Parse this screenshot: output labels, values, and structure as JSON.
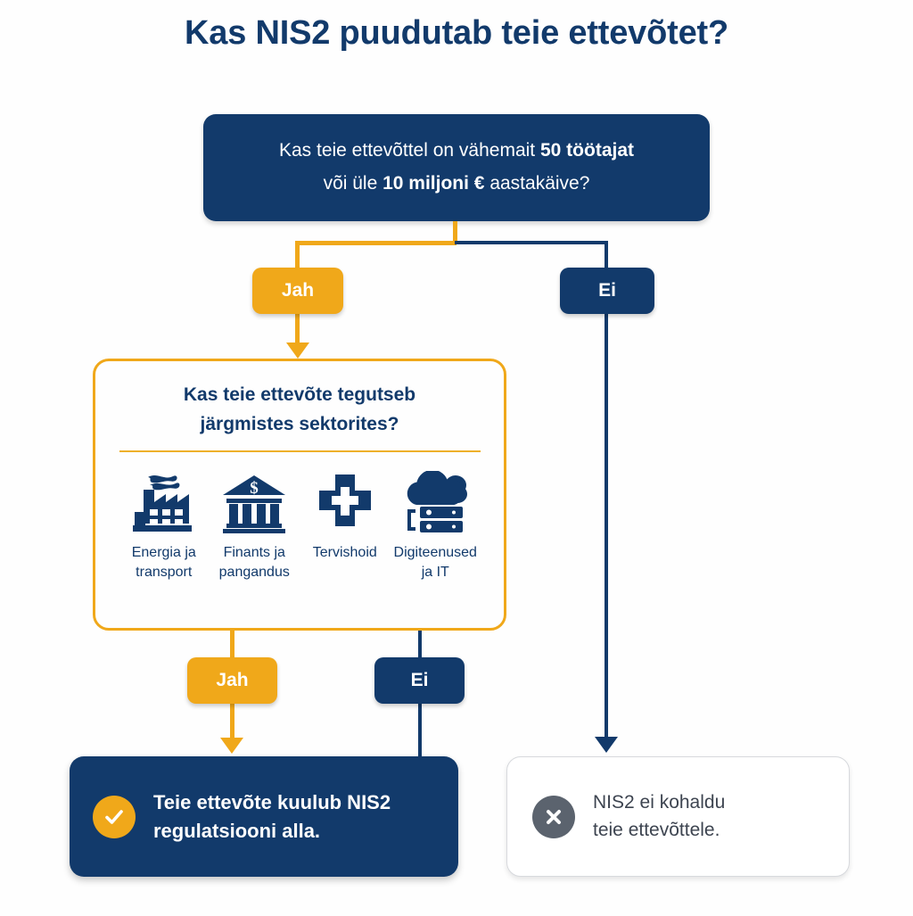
{
  "title": "Kas NIS2 puudutab teie ettevõtet?",
  "colors": {
    "navy": "#123a6b",
    "amber": "#f0a81a",
    "gray": "#5b636e",
    "background": "#fefefe"
  },
  "question1": {
    "line1_prefix": "Kas teie ettevõttel on vähemait ",
    "line1_strong": "50 töötajat",
    "line2_prefix": "või üle ",
    "line2_strong": "10 miljoni €",
    "line2_suffix": " aastakäive?"
  },
  "branch1": {
    "yes_label": "Jah",
    "no_label": "Ei"
  },
  "question2": {
    "line1": "Kas teie ettevõte tegutseb",
    "line2": "järgmistes sektorites?",
    "sectors": [
      {
        "icon": "factory-icon",
        "label_line1": "Energia ja",
        "label_line2": "transport"
      },
      {
        "icon": "bank-icon",
        "label_line1": "Finants ja",
        "label_line2": "pangandus"
      },
      {
        "icon": "medical-cross-icon",
        "label_line1": "Tervishoid",
        "label_line2": ""
      },
      {
        "icon": "cloud-server-icon",
        "label_line1": "Digiteenused",
        "label_line2": "ja IT"
      }
    ]
  },
  "branch2": {
    "yes_label": "Jah",
    "no_label": "Ei"
  },
  "outcome_yes": {
    "icon": "check-icon",
    "line1": "Teie ettevõte kuulub NIS2",
    "line2": "regulatsiooni alla."
  },
  "outcome_no": {
    "icon": "x-icon",
    "line1": "NIS2 ei kohaldu",
    "line2": "teie ettevõttele."
  }
}
